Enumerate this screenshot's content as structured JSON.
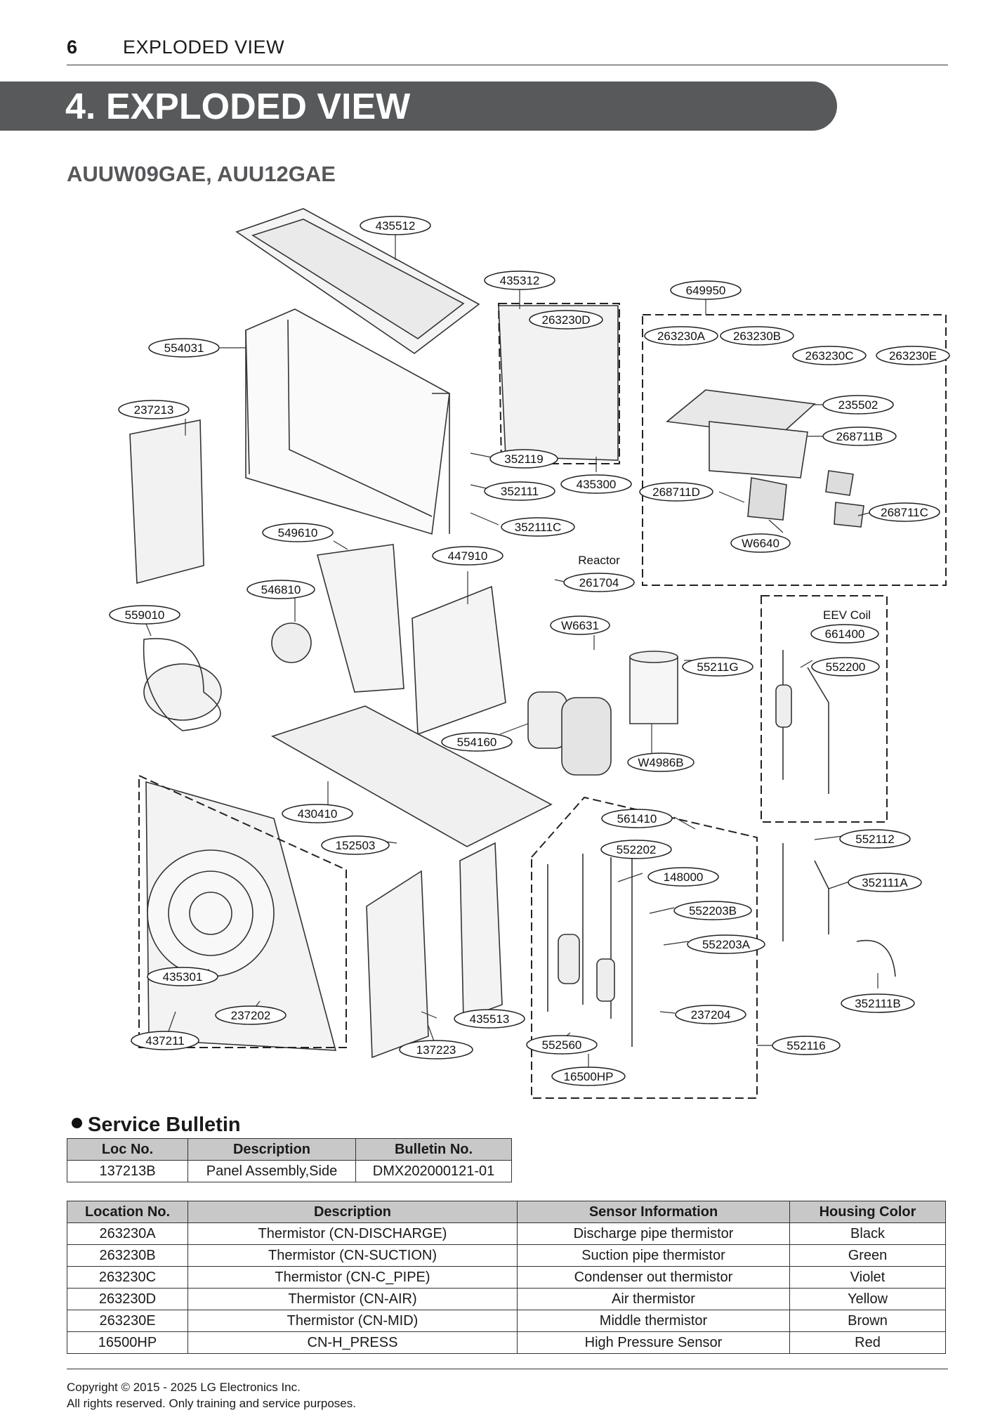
{
  "header": {
    "page_number": "6",
    "section": "EXPLODED VIEW"
  },
  "chapter_title": "4. EXPLODED VIEW",
  "model": "AUUW09GAE, AUU12GAE",
  "callouts": {
    "c435512": "435512",
    "c435312": "435312",
    "c649950": "649950",
    "c263230D": "263230D",
    "c263230A": "263230A",
    "c263230B": "263230B",
    "c263230C": "263230C",
    "c263230E": "263230E",
    "c554031": "554031",
    "c237213": "237213",
    "c235502": "235502",
    "c268711B": "268711B",
    "c352119": "352119",
    "c352111": "352111",
    "c435300": "435300",
    "c268711D": "268711D",
    "c268711C": "268711C",
    "c352111C": "352111C",
    "c549610": "549610",
    "c447910": "447910",
    "c6640": "W6640",
    "c261704": "261704",
    "c546810": "546810",
    "c559010": "559010",
    "c6631": "W6631",
    "c661400": "661400",
    "c55211G": "55211G",
    "c552200": "552200",
    "c554160": "554160",
    "c4986B": "W4986B",
    "c430410": "430410",
    "c561410": "561410",
    "c552112": "552112",
    "c152503": "152503",
    "c552202": "552202",
    "c148000": "148000",
    "c352111A": "352111A",
    "c552203B": "552203B",
    "c552203A": "552203A",
    "c435301": "435301",
    "c352111B": "352111B",
    "c237202": "237202",
    "c237204": "237204",
    "c435513": "435513",
    "c437211": "437211",
    "c552560": "552560",
    "c552116": "552116",
    "c137223": "137223",
    "c16500HP": "16500HP"
  },
  "labels": {
    "reactor": "Reactor",
    "eev_coil": "EEV Coil"
  },
  "service_bulletin": {
    "title": "Service Bulletin",
    "headers": [
      "Loc No.",
      "Description",
      "Bulletin No."
    ],
    "rows": [
      [
        "137213B",
        "Panel Assembly,Side",
        "DMX202000121-01"
      ]
    ]
  },
  "sensors": {
    "headers": [
      "Location No.",
      "Description",
      "Sensor Information",
      "Housing Color"
    ],
    "rows": [
      [
        "263230A",
        "Thermistor (CN-DISCHARGE)",
        "Discharge pipe thermistor",
        "Black"
      ],
      [
        "263230B",
        "Thermistor (CN-SUCTION)",
        "Suction pipe thermistor",
        "Green"
      ],
      [
        "263230C",
        "Thermistor (CN-C_PIPE)",
        "Condenser out thermistor",
        "Violet"
      ],
      [
        "263230D",
        "Thermistor (CN-AIR)",
        "Air thermistor",
        "Yellow"
      ],
      [
        "263230E",
        "Thermistor (CN-MID)",
        "Middle thermistor",
        "Brown"
      ],
      [
        "16500HP",
        "CN-H_PRESS",
        "High Pressure Sensor",
        "Red"
      ]
    ]
  },
  "footer": {
    "copyright": "Copyright © 2015 - 2025 LG Electronics Inc.",
    "rights": "All rights reserved. Only training and service purposes."
  }
}
